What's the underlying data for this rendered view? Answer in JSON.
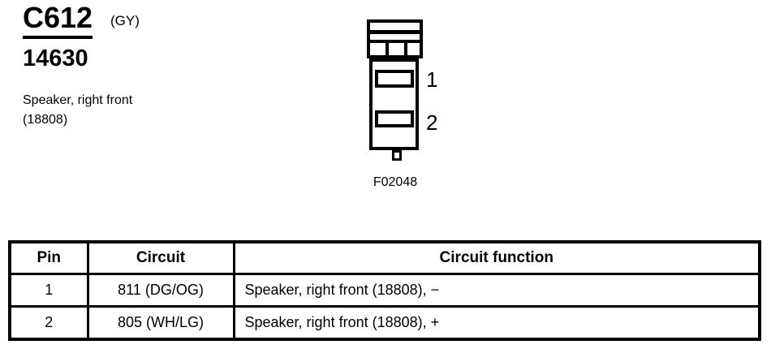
{
  "colors": {
    "ink": "#000000",
    "background": "#ffffff"
  },
  "header": {
    "connector_id": "C612",
    "connector_color_code": "(GY)",
    "part_number": "14630",
    "description_line1": "Speaker, right front",
    "description_line2": "(18808)"
  },
  "diagram": {
    "figure_id": "F02048",
    "pin_labels": [
      "1",
      "2"
    ]
  },
  "table": {
    "columns": [
      "Pin",
      "Circuit",
      "Circuit function"
    ],
    "rows": [
      {
        "pin": "1",
        "circuit": "811 (DG/OG)",
        "function": "Speaker, right front (18808), −"
      },
      {
        "pin": "2",
        "circuit": "805 (WH/LG)",
        "function": "Speaker, right front (18808), +"
      }
    ]
  }
}
